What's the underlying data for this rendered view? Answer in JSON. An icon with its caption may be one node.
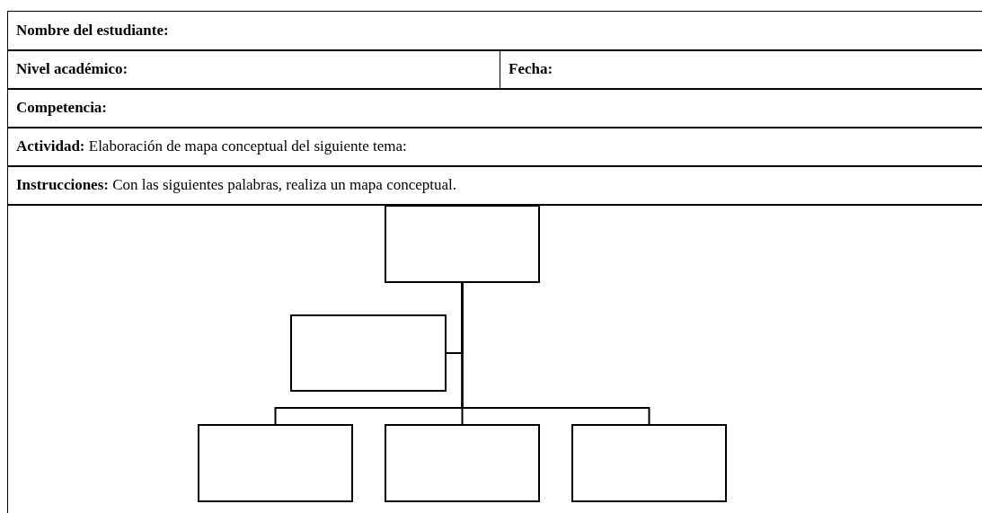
{
  "diagram": {
    "nodes": [
      {
        "text": [],
        "shape": "box"
      },
      {
        "text": [],
        "shape": "box"
      },
      {
        "text": [],
        "shape": "box"
      },
      {
        "text": [],
        "shape": "box"
      },
      {
        "text": [],
        "shape": "box"
      }
    ],
    "edges": [
      {
        "from": 0,
        "to": 1,
        "arrow": "none"
      },
      {
        "from": 0,
        "to": 2,
        "arrow": "none"
      },
      {
        "from": 0,
        "to": 3,
        "arrow": "none"
      },
      {
        "from": 0,
        "to": 4,
        "arrow": "none"
      }
    ],
    "labels": [
      "Nombre del estudiante:",
      "Nivel académico:",
      "Fecha:",
      "Competencia:",
      "**Actividad:** Elaboración de mapa conceptual del siguiente tema:",
      "**Instrucciones:** Con las siguientes palabras, realiza un mapa conceptual."
    ]
  }
}
